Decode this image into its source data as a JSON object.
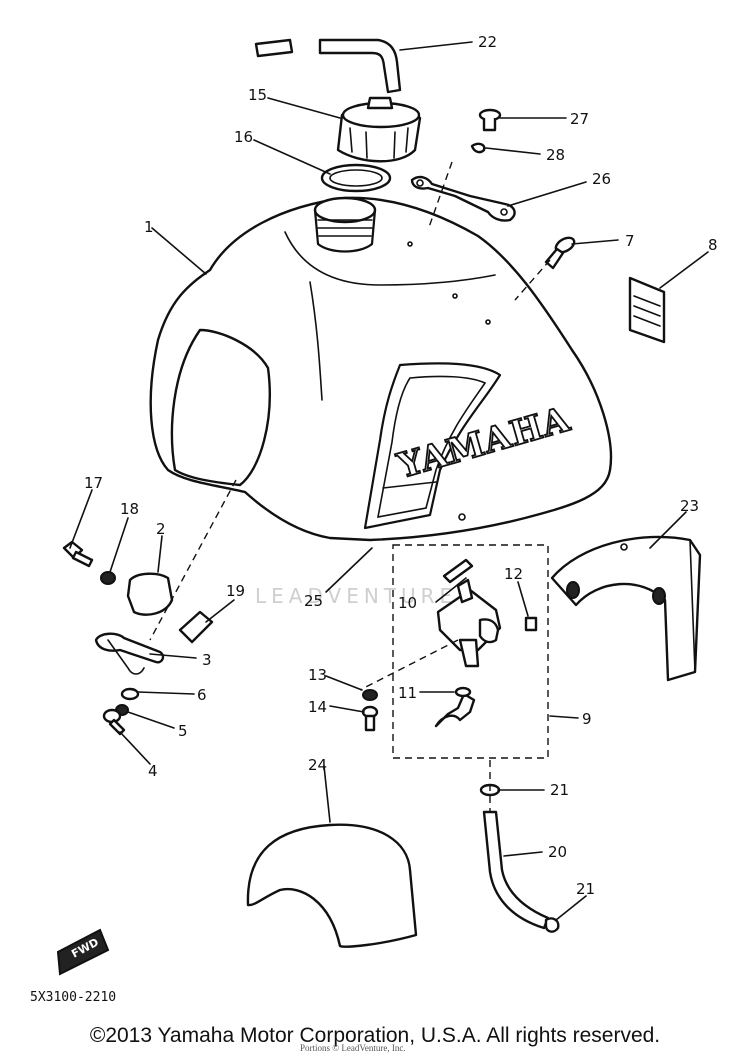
{
  "diagram": {
    "brand_on_tank": "YAMAHA",
    "watermark": "LEADVENTURE",
    "diagram_code": "5X3100-2210",
    "fwd_marker": "FWD",
    "callouts": [
      {
        "label": "1"
      },
      {
        "label": "2"
      },
      {
        "label": "3"
      },
      {
        "label": "4"
      },
      {
        "label": "5"
      },
      {
        "label": "6"
      },
      {
        "label": "7"
      },
      {
        "label": "8"
      },
      {
        "label": "9"
      },
      {
        "label": "10"
      },
      {
        "label": "11"
      },
      {
        "label": "12"
      },
      {
        "label": "13"
      },
      {
        "label": "14"
      },
      {
        "label": "15"
      },
      {
        "label": "16"
      },
      {
        "label": "17"
      },
      {
        "label": "18"
      },
      {
        "label": "19"
      },
      {
        "label": "20"
      },
      {
        "label": "21"
      },
      {
        "label": "21"
      },
      {
        "label": "22"
      },
      {
        "label": "23"
      },
      {
        "label": "24"
      },
      {
        "label": "25"
      },
      {
        "label": "26"
      },
      {
        "label": "27"
      },
      {
        "label": "28"
      }
    ]
  },
  "footer": {
    "copyright": "©2013 Yamaha Motor Corporation, U.S.A. All rights reserved.",
    "sub_notice": "Portions © LeadVenture, Inc."
  }
}
